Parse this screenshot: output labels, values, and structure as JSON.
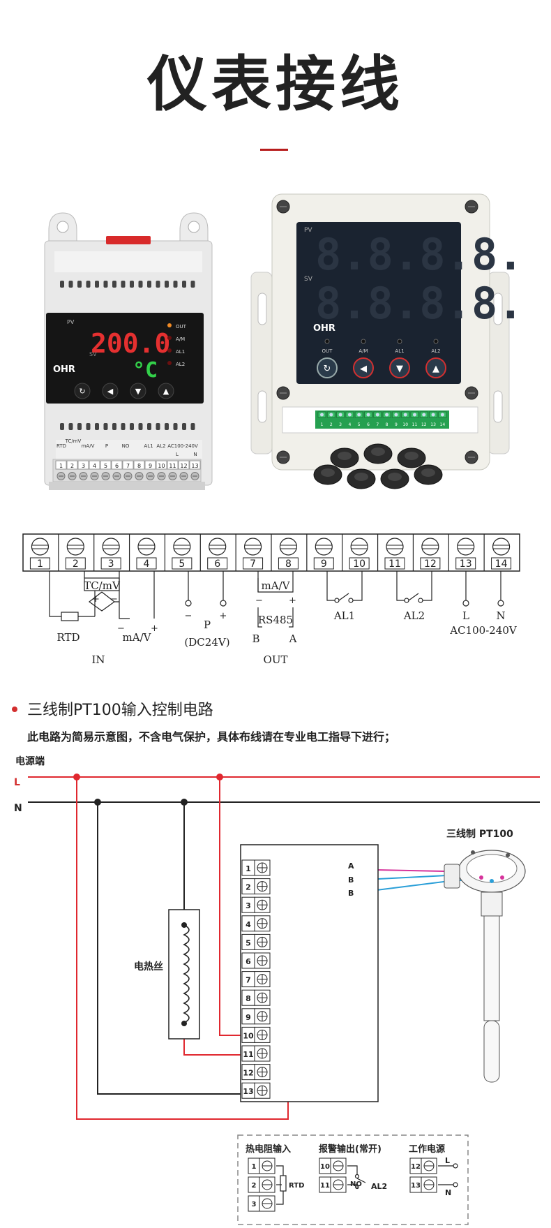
{
  "header": {
    "title": "仪表接线"
  },
  "din_meter": {
    "brand": "OHR",
    "pv_tag": "PV",
    "sv_tag": "SV",
    "pv_value": "200.0",
    "sv_value": "°C",
    "leds": [
      "OUT",
      "A/M",
      "AL1",
      "AL2"
    ],
    "top_labels": [
      "RTD",
      "TC/mV",
      "mA/V",
      "P",
      "NO",
      "AL1",
      "AL2",
      "AC100-240V",
      "L",
      "N"
    ],
    "terminals": [
      "1",
      "2",
      "3",
      "4",
      "5",
      "6",
      "7",
      "8",
      "9",
      "10",
      "11",
      "12",
      "13"
    ]
  },
  "box_meter": {
    "brand": "OHR",
    "pv_tag": "PV",
    "sv_tag": "SV",
    "pv_value": "8.8.8.8.",
    "sv_value": "8.8.8.8.",
    "leds": [
      "OUT",
      "A/M",
      "AL1",
      "AL2"
    ],
    "terminals": [
      "1",
      "2",
      "3",
      "4",
      "5",
      "6",
      "7",
      "8",
      "9",
      "10",
      "11",
      "12",
      "13",
      "14"
    ]
  },
  "terminal_strip": {
    "numbers": [
      "1",
      "2",
      "3",
      "4",
      "5",
      "6",
      "7",
      "8",
      "9",
      "10",
      "11",
      "12",
      "13",
      "14"
    ],
    "labels": {
      "tc_mv": "TC/mV",
      "plus": "+",
      "minus": "−",
      "rtd": "RTD",
      "ma_v_in": "mA/V",
      "p": "P",
      "dc24v": "(DC24V)",
      "ma_v_out": "mA/V",
      "rs485": "RS485",
      "b": "B",
      "a": "A",
      "al1": "AL1",
      "al2": "AL2",
      "l": "L",
      "n": "N",
      "ac": "AC100-240V",
      "in": "IN",
      "out": "OUT"
    }
  },
  "section": {
    "title": "三线制PT100输入控制电路",
    "note": "此电路为简易示意图，不含电气保护，具体布线请在专业电工指导下进行；"
  },
  "circuit": {
    "power_label": "电源端",
    "line_l": "L",
    "line_n": "N",
    "heater_label": "电热丝",
    "sensor_label": "三线制 PT100",
    "wire_a": "A",
    "wire_b1": "B",
    "wire_b2": "B",
    "terminals": [
      "1",
      "2",
      "3",
      "4",
      "5",
      "6",
      "7",
      "8",
      "9",
      "10",
      "11",
      "12",
      "13"
    ],
    "colors": {
      "live": "#e0282f",
      "neutral": "#222222",
      "sensor_a": "#d6339b",
      "sensor_b": "#2a9fd8"
    }
  },
  "legend": {
    "rtd_title": "热电阻输入",
    "alarm_title": "报警输出(常开)",
    "power_title": "工作电源",
    "rtd_terminals": [
      "1",
      "2",
      "3"
    ],
    "alarm_terminals": [
      "10",
      "11"
    ],
    "power_terminals": [
      "12",
      "13"
    ],
    "rtd_label": "RTD",
    "no_label": "NO",
    "al2_label": "AL2",
    "l_label": "L",
    "n_label": "N"
  }
}
